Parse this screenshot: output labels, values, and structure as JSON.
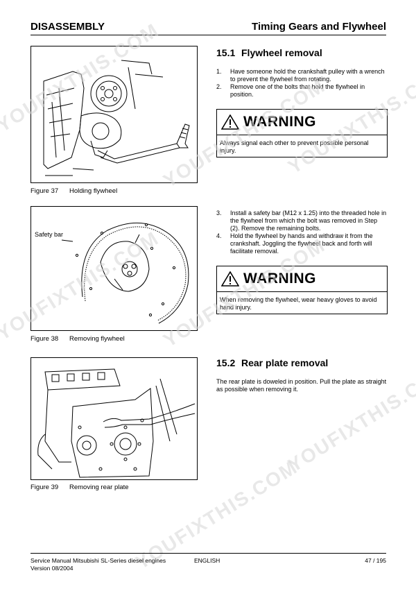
{
  "header": {
    "left": "DISASSEMBLY",
    "right": "Timing Gears and Flywheel"
  },
  "figures": [
    {
      "number": "Figure 37",
      "caption": "Holding flywheel"
    },
    {
      "number": "Figure 38",
      "caption": "Removing flywheel",
      "label": "Safety bar"
    },
    {
      "number": "Figure 39",
      "caption": "Removing rear plate"
    }
  ],
  "sections": [
    {
      "number": "15.1",
      "title": "Flywheel removal"
    },
    {
      "number": "15.2",
      "title": "Rear plate removal"
    }
  ],
  "steps_a": [
    {
      "n": "1.",
      "text": "Have someone hold the crankshaft pulley with a wrench to prevent the flywheel from rotating."
    },
    {
      "n": "2.",
      "text": "Remove one of the bolts that hold the flywheel in position."
    }
  ],
  "steps_b": [
    {
      "n": "3.",
      "text": "Install a safety bar (M12 x 1.25) into the threaded hole in the flywheel from which the bolt was removed in Step (2).  Remove the remaining bolts."
    },
    {
      "n": "4.",
      "text": "Hold the flywheel by hands and withdraw it from the crankshaft.  Joggling the flywheel back and forth will facilitate removal."
    }
  ],
  "warnings": [
    {
      "title": "WARNING",
      "text": "Always signal each other to prevent possible personal injury."
    },
    {
      "title": "WARNING",
      "text": "When removing the flywheel, wear heavy gloves to avoid hand injury."
    }
  ],
  "rear_plate_text": "The rear plate is doweled in position.  Pull the plate as straight as possible when removing it.",
  "footer": {
    "line1": "Service Manual Mitsubishi SL-Series diesel engines",
    "line2": "Version 08/2004",
    "center": "ENGLISH",
    "page": "47 / 195"
  },
  "watermark": "YOUFIXTHIS.COM"
}
